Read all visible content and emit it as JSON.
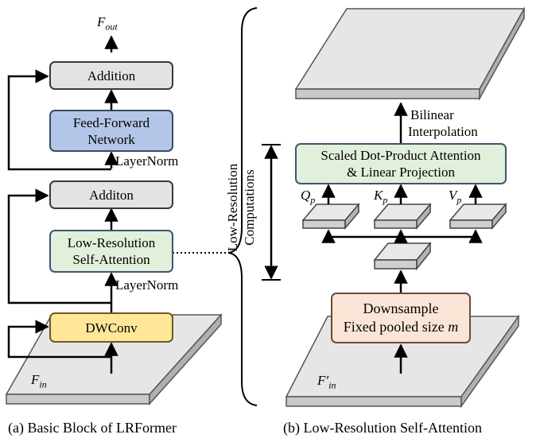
{
  "left": {
    "f_out": "F",
    "f_out_sub": "out",
    "addition_top": "Addition",
    "ffn_line1": "Feed-Forward",
    "ffn_line2": "Network",
    "layernorm_top": "LayerNorm",
    "addition_mid": "Additon",
    "lrsa_line1": "Low-Resolution",
    "lrsa_line2": "Self-Attention",
    "layernorm_bottom": "LayerNorm",
    "dwconv": "DWConv",
    "f_in": "F",
    "f_in_sub": "in",
    "caption": "(a) Basic Block of LRFormer"
  },
  "right": {
    "bilinear_line1": "Bilinear",
    "bilinear_line2": "Interpolation",
    "attention_line1": "Scaled Dot-Product Attention",
    "attention_line2": "& Linear Projection",
    "lowres_line1": "Low-Resolution",
    "lowres_line2": "Computations",
    "q": "Q",
    "q_sub": "p",
    "k": "K",
    "k_sub": "p",
    "v": "V",
    "v_sub": "p",
    "downsample_line1": "Downsample",
    "downsample_line2": "Fixed pooled size",
    "downsample_var": "m",
    "f_in_prime": "F′",
    "f_in_prime_sub": "in",
    "caption": "(b) Low-Resolution Self-Attention"
  }
}
